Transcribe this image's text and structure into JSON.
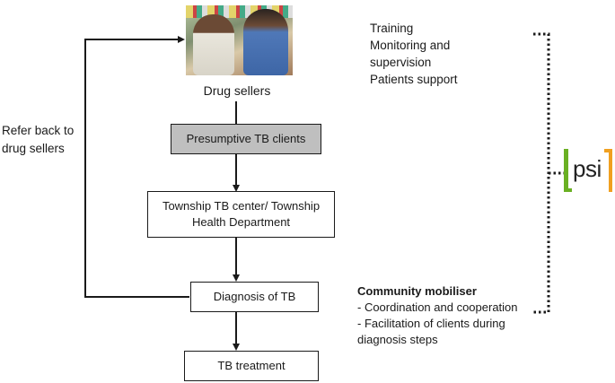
{
  "diagram": {
    "photo_label": "Drug sellers",
    "nodes": {
      "presumptive": "Presumptive TB clients",
      "township_line1": "Township TB center/ Township",
      "township_line2": "Health Department",
      "diagnosis": "Diagnosis of TB",
      "treatment": "TB treatment"
    },
    "refer_back": {
      "line1": "Refer back to",
      "line2": "drug sellers"
    },
    "psi_roles": [
      "Training",
      "Monitoring and",
      "supervision",
      "Patients support"
    ],
    "community": {
      "title": "Community mobiliser",
      "lines": [
        "- Coordination and cooperation",
        "- Facilitation of clients during",
        "diagnosis steps"
      ]
    },
    "logo": {
      "text": "psi",
      "colors": {
        "green": "#6ab023",
        "orange": "#f0a020"
      }
    },
    "colors": {
      "shaded_box": "#bfbfbf",
      "line": "#1a1a1a"
    }
  }
}
